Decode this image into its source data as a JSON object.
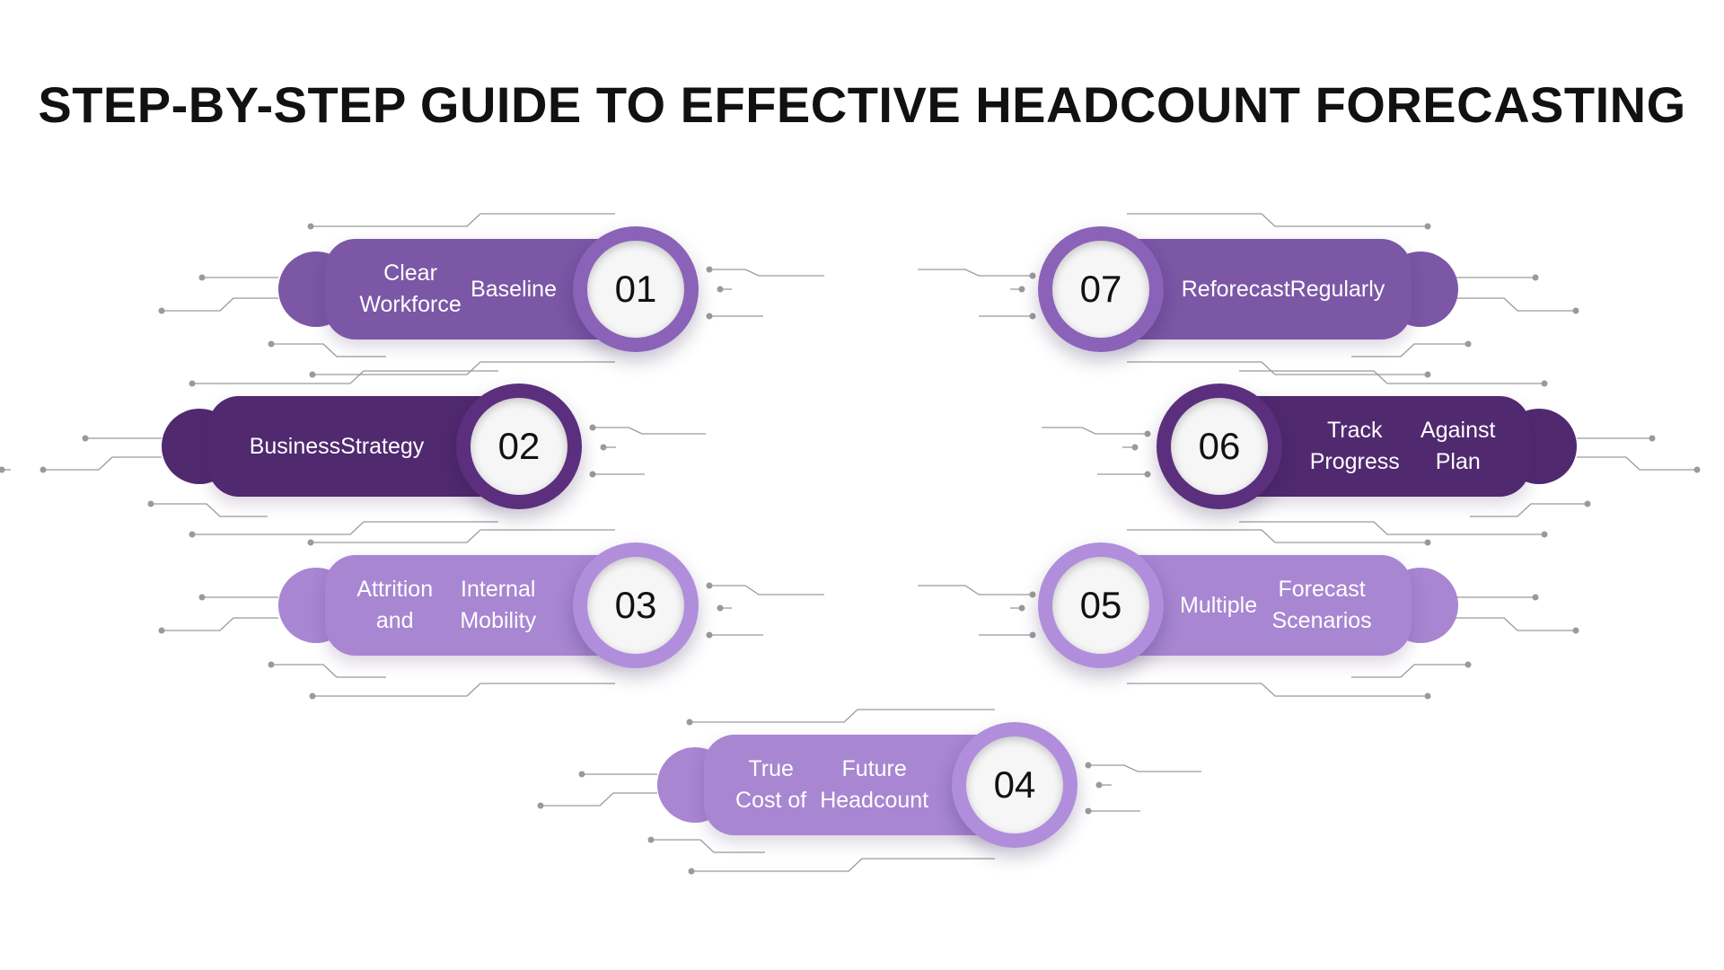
{
  "title": "STEP-BY-STEP GUIDE TO EFFECTIVE HEADCOUNT FORECASTING",
  "colors": {
    "mid_purple": "#7b57a6",
    "dark_purple": "#50296f",
    "light_purple": "#a886d2",
    "number_disc": "#f6f6f7",
    "circuit_line": "#9a9a9a"
  },
  "steps": [
    {
      "number": "01",
      "label_lines": [
        "Clear Workforce",
        "Baseline"
      ]
    },
    {
      "number": "02",
      "label_lines": [
        "Business",
        "Strategy"
      ]
    },
    {
      "number": "03",
      "label_lines": [
        "Attrition and",
        "Internal Mobility"
      ]
    },
    {
      "number": "04",
      "label_lines": [
        "True Cost of",
        "Future Headcount"
      ]
    },
    {
      "number": "05",
      "label_lines": [
        "Multiple",
        "Forecast Scenarios"
      ]
    },
    {
      "number": "06",
      "label_lines": [
        "Track Progress",
        "Against Plan"
      ]
    },
    {
      "number": "07",
      "label_lines": [
        "Reforecast",
        "Regularly"
      ]
    }
  ]
}
